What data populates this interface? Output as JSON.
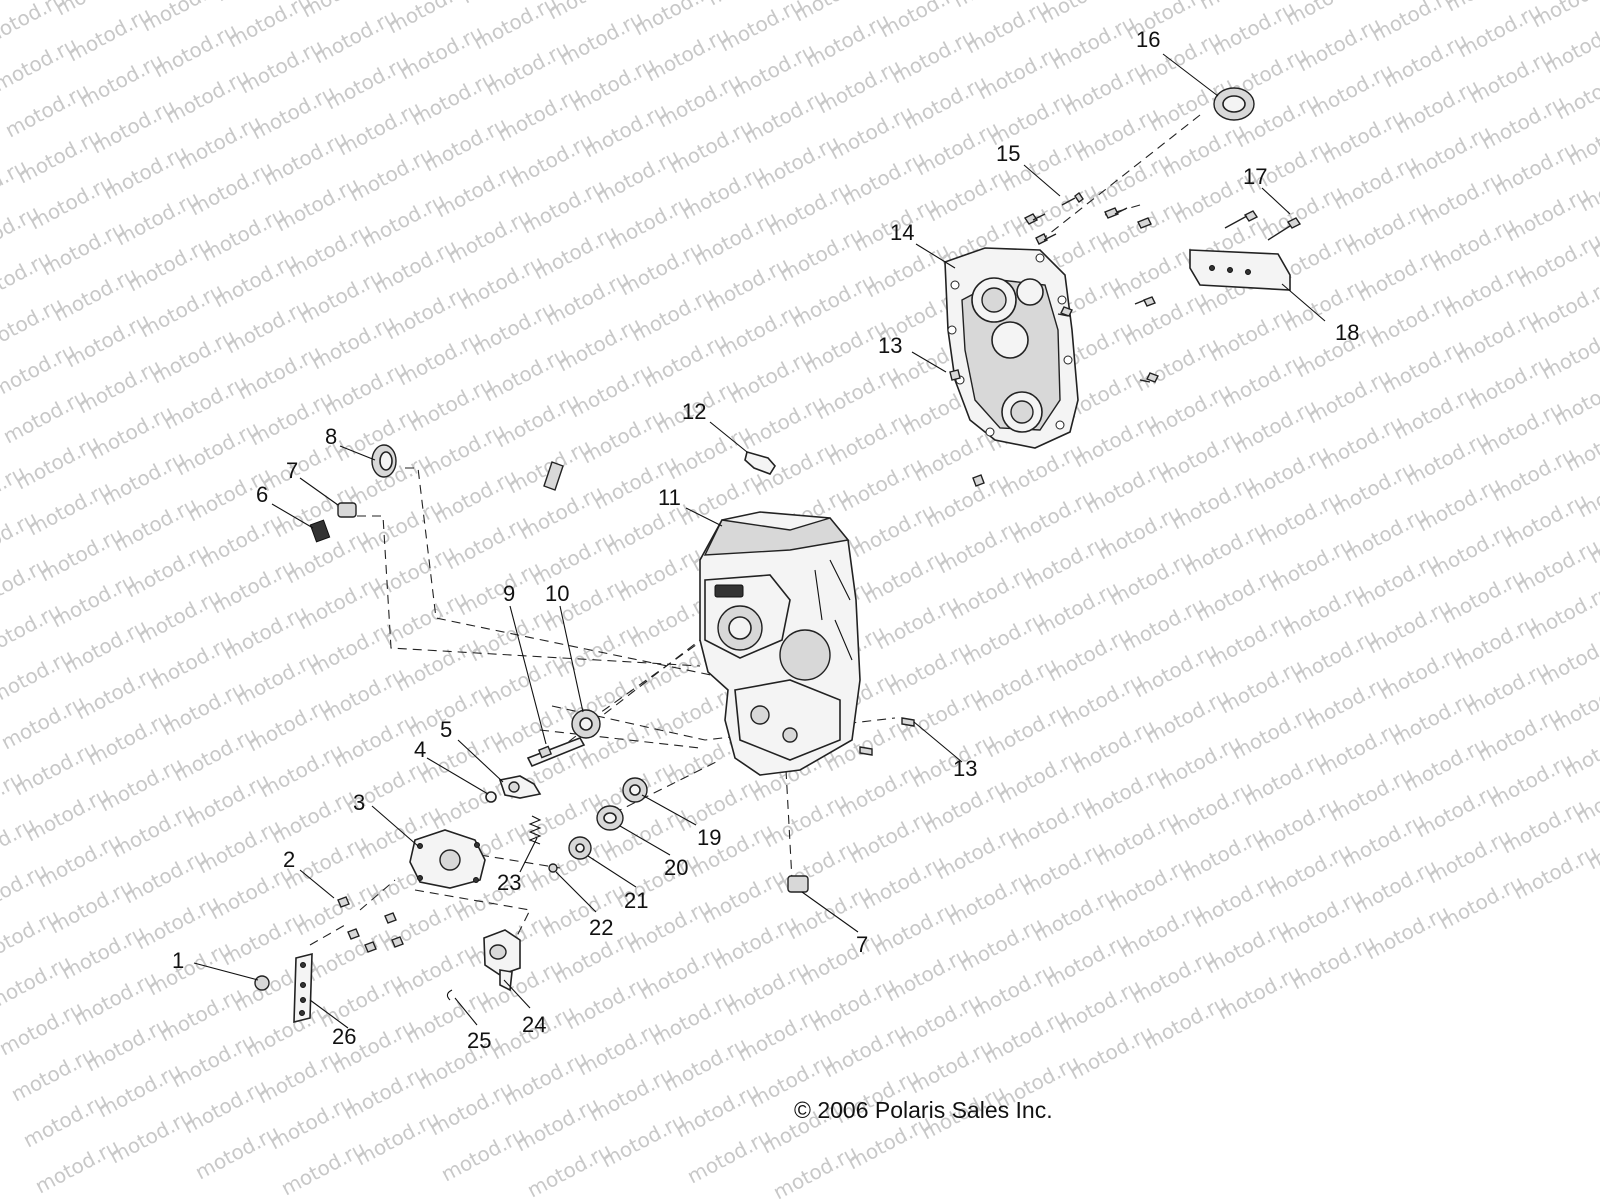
{
  "watermark": {
    "text": "motod.ru"
  },
  "copyright": "© 2006 Polaris Sales Inc.",
  "callouts": [
    "1",
    "2",
    "3",
    "4",
    "5",
    "6",
    "7",
    "8",
    "9",
    "10",
    "11",
    "12",
    "13",
    "14",
    "15",
    "16",
    "17",
    "18",
    "19",
    "20",
    "21",
    "22",
    "23",
    "24",
    "25",
    "26"
  ]
}
